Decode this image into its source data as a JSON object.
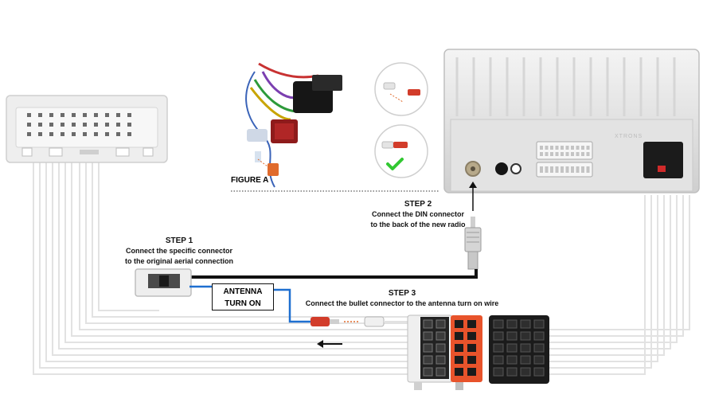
{
  "labels": {
    "figure_a": "FIGURE A",
    "step1": {
      "title": "STEP 1",
      "line1": "Connect the specific connector",
      "line2": "to the original aerial connection"
    },
    "step2": {
      "title": "STEP 2",
      "line1": "Connect the DIN connector",
      "line2": "to the back of the new radio"
    },
    "step3": {
      "title": "STEP 3",
      "line1": "Connect the bullet connector to the antenna turn on wire"
    },
    "antenna_turn_on": {
      "line1": "ANTENNA",
      "line2": "TURN ON"
    },
    "radio_brand": "XTRONS"
  },
  "colors": {
    "wire_white": "#e6e6e6",
    "wire_blue": "#1e6fd0",
    "antenna_cable": "#111111",
    "iso_orange": "#e8532b",
    "iso_black": "#1b1b1b",
    "connector_body": "#f2f2f2",
    "radio_body": "#e9e9e9",
    "check_green": "#32c832"
  }
}
